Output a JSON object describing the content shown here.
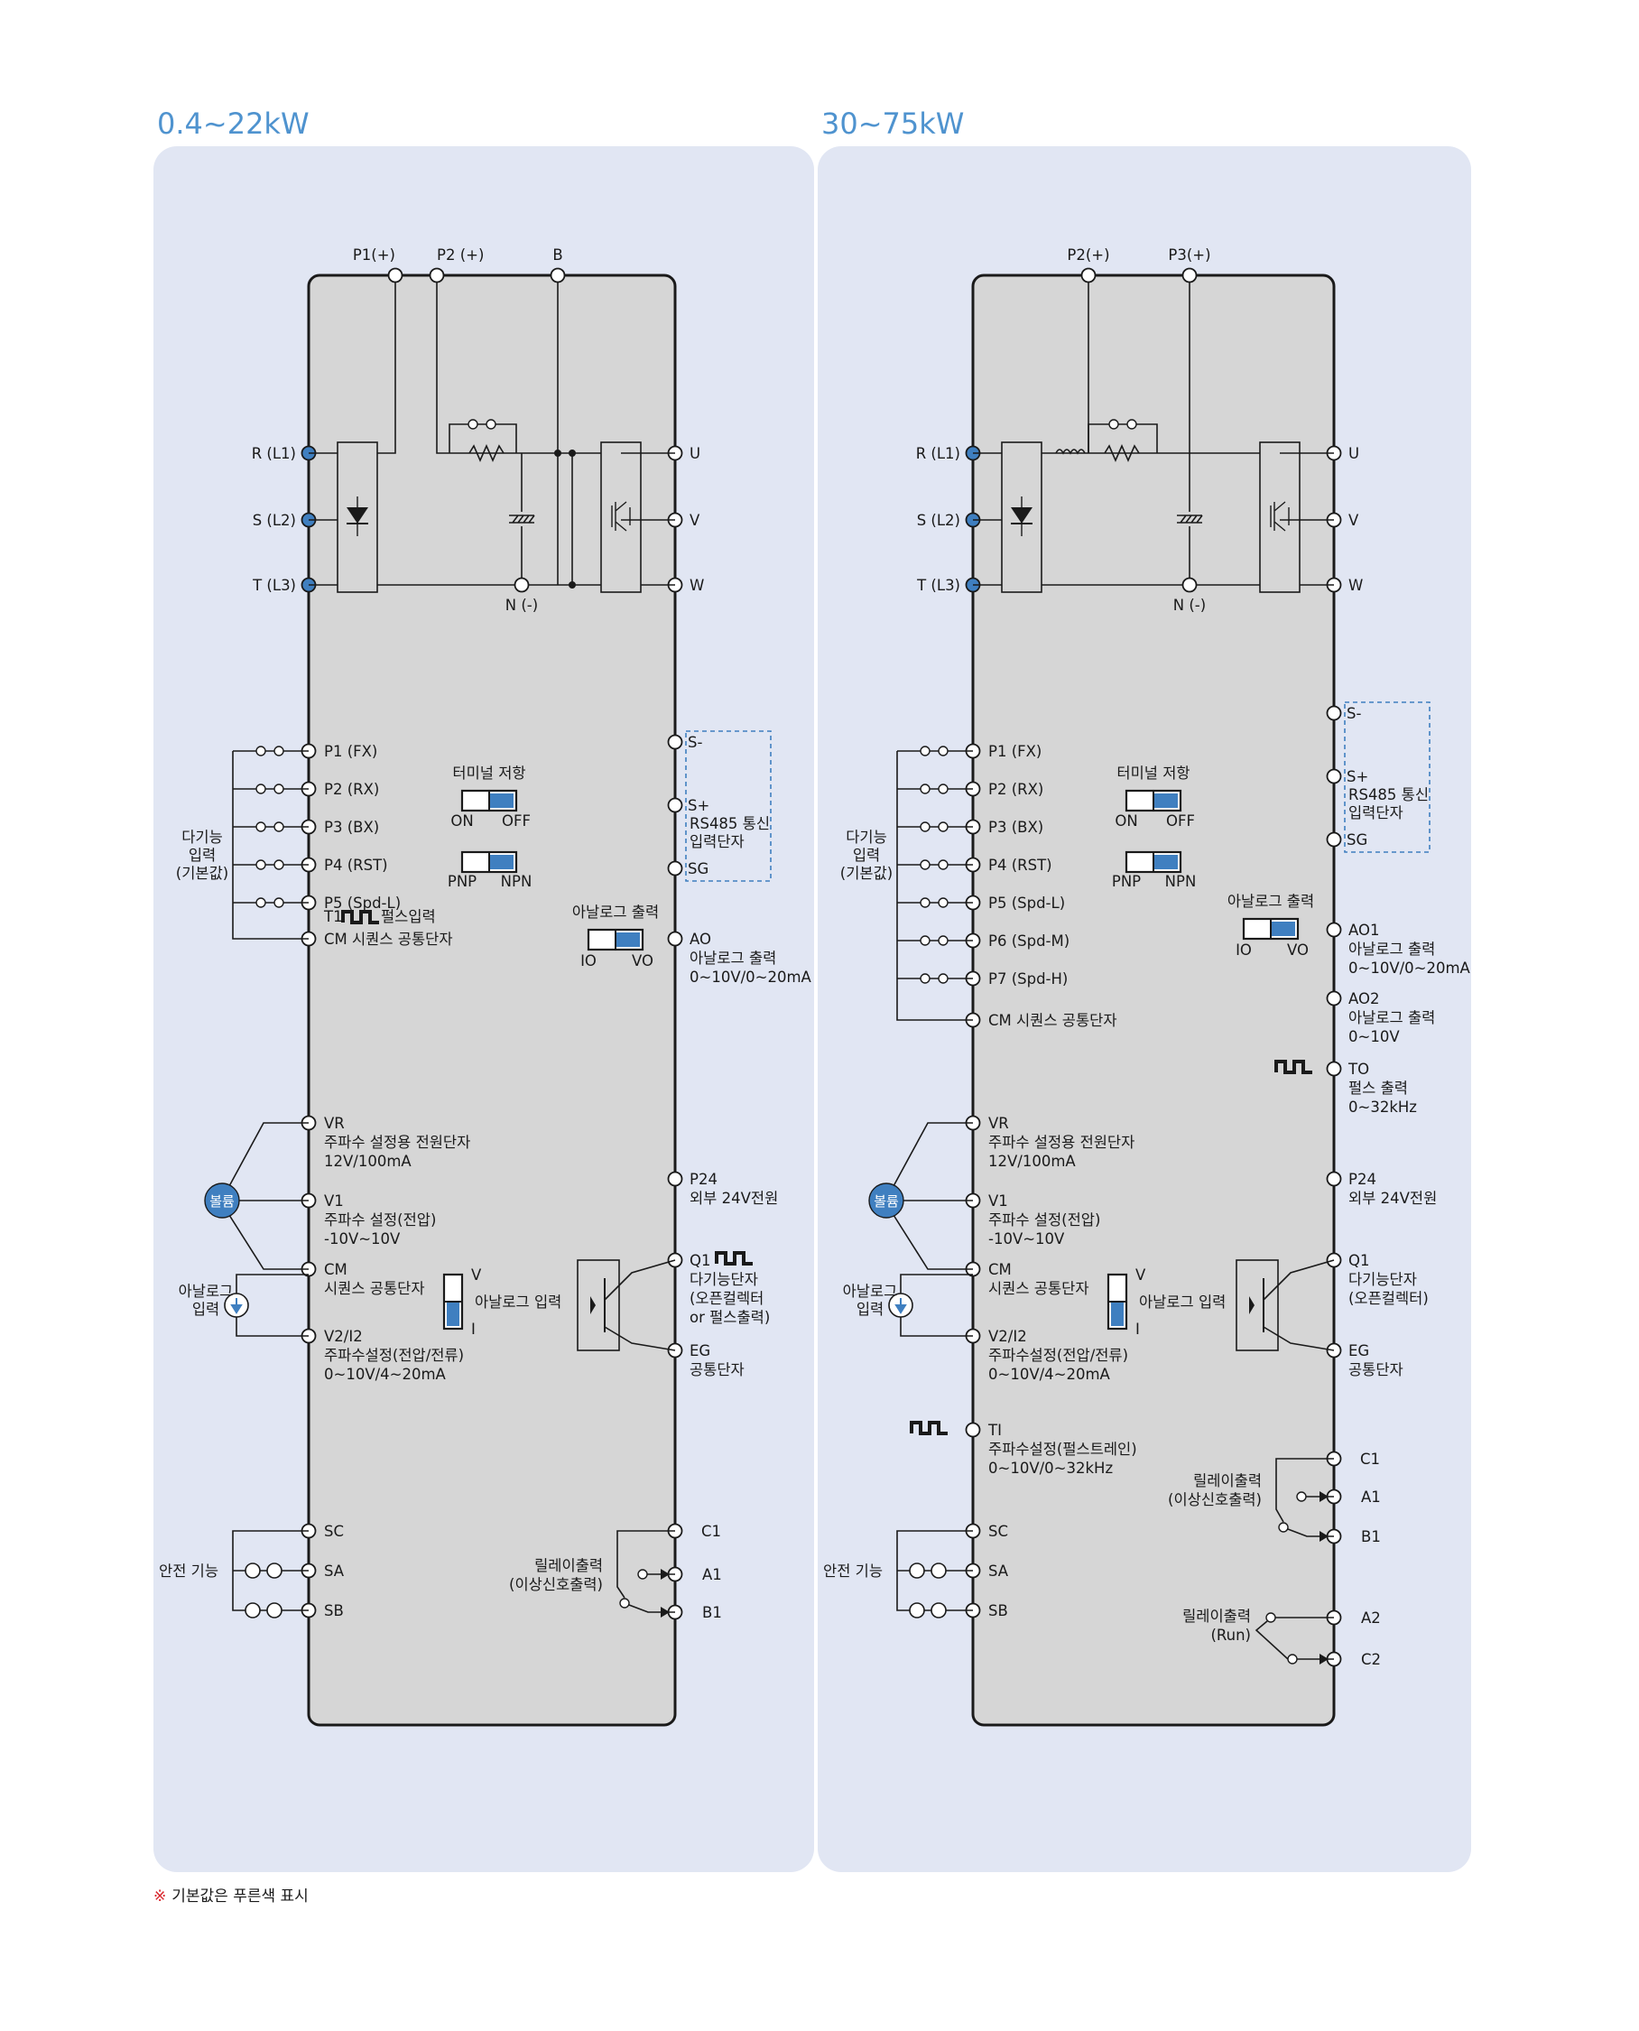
{
  "colors": {
    "panel_bg": "#e1e6f3",
    "drive_bg": "#d6d6d6",
    "terminal_default_fill": "#3f7fc0",
    "accent_text": "#4f93cf",
    "rs485_box": "#3f7fc0",
    "footnote_mark": "#d8232a"
  },
  "footnote": {
    "mark": "※",
    "text": "기본값은 푸른색 표시"
  },
  "left": {
    "title": "0.4~22kW",
    "top_terminals": [
      "P1(+)",
      "P2 (+)",
      "B"
    ],
    "n_label": "N (-)",
    "power_in": [
      "R (L1)",
      "S (L2)",
      "T (L3)"
    ],
    "power_out": [
      "U",
      "V",
      "W"
    ],
    "multi_label": [
      "다기능",
      "입력",
      "(기본값)"
    ],
    "inputs": [
      "P1 (FX)",
      "P2 (RX)",
      "P3 (BX)",
      "P4 (RST)",
      "P5 (Spd-L)"
    ],
    "t1_label": "T1",
    "t1_text": "펄스입력",
    "cm_label": "CM 시퀀스 공통단자",
    "term_resist": "터미널 저항",
    "on": "ON",
    "off": "OFF",
    "pnp": "PNP",
    "npn": "NPN",
    "analog_out_title": "아날로그 출력",
    "io": "IO",
    "vo": "VO",
    "rs485_terms": [
      "S-",
      "S+",
      "SG"
    ],
    "rs485_text": [
      "RS485 통신",
      "입력단자"
    ],
    "ao": [
      "AO",
      "아날로그 출력",
      "0~10V/0~20mA"
    ],
    "vr": [
      "VR",
      "주파수 설정용 전원단자",
      "12V/100mA"
    ],
    "v1": [
      "V1",
      "주파수 설정(전압)",
      "-10V~10V"
    ],
    "cm2": [
      "CM",
      "시퀀스 공통단자"
    ],
    "v2": [
      "V2/I2",
      "주파수설정(전압/전류)",
      "0~10V/4~20mA"
    ],
    "volume": "볼륨",
    "analog_in_label": [
      "아날로그",
      "입력"
    ],
    "switch_v": "V",
    "switch_i": "I",
    "switch_text": "아날로그 입력",
    "p24": [
      "P24",
      "외부 24V전원"
    ],
    "q1": [
      "Q1",
      "다기능단자",
      "(오픈컬렉터",
      "or 펄스출력)"
    ],
    "eg": [
      "EG",
      "공통단자"
    ],
    "safety_label": "안전 기능",
    "safety_terms": [
      "SC",
      "SA",
      "SB"
    ],
    "relay_text": [
      "릴레이출력",
      "(이상신호출력)"
    ],
    "relay_terms": [
      "C1",
      "A1",
      "B1"
    ]
  },
  "right": {
    "title": "30~75kW",
    "top_terminals": [
      "P2(+)",
      "P3(+)"
    ],
    "n_label": "N (-)",
    "power_in": [
      "R (L1)",
      "S (L2)",
      "T (L3)"
    ],
    "power_out": [
      "U",
      "V",
      "W"
    ],
    "multi_label": [
      "다기능",
      "입력",
      "(기본값)"
    ],
    "inputs": [
      "P1 (FX)",
      "P2 (RX)",
      "P3 (BX)",
      "P4 (RST)",
      "P5 (Spd-L)",
      "P6 (Spd-M)",
      "P7 (Spd-H)"
    ],
    "cm_label": "CM 시퀀스 공통단자",
    "term_resist": "터미널 저항",
    "on": "ON",
    "off": "OFF",
    "pnp": "PNP",
    "npn": "NPN",
    "analog_out_title": "아날로그 출력",
    "io": "IO",
    "vo": "VO",
    "rs485_terms": [
      "S-",
      "S+",
      "SG"
    ],
    "rs485_text": [
      "RS485 통신",
      "입력단자"
    ],
    "ao1": [
      "AO1",
      "아날로그 출력",
      "0~10V/0~20mA"
    ],
    "ao2": [
      "AO2",
      "아날로그 출력",
      "0~10V"
    ],
    "to": [
      "TO",
      "펄스 출력",
      "0~32kHz"
    ],
    "vr": [
      "VR",
      "주파수 설정용 전원단자",
      "12V/100mA"
    ],
    "v1": [
      "V1",
      "주파수 설정(전압)",
      "-10V~10V"
    ],
    "cm2": [
      "CM",
      "시퀀스 공통단자"
    ],
    "v2": [
      "V2/I2",
      "주파수설정(전압/전류)",
      "0~10V/4~20mA"
    ],
    "volume": "볼륨",
    "analog_in_label": [
      "아날로그",
      "입력"
    ],
    "switch_v": "V",
    "switch_i": "I",
    "switch_text": "아날로그 입력",
    "ti": [
      "TI",
      "주파수설정(펄스트레인)",
      "0~10V/0~32kHz"
    ],
    "p24": [
      "P24",
      "외부 24V전원"
    ],
    "q1": [
      "Q1",
      "다기능단자",
      "(오픈컬렉터)"
    ],
    "eg": [
      "EG",
      "공통단자"
    ],
    "safety_label": "안전 기능",
    "safety_terms": [
      "SC",
      "SA",
      "SB"
    ],
    "relay1_text": [
      "릴레이출력",
      "(이상신호출력)"
    ],
    "relay1_terms": [
      "C1",
      "A1",
      "B1"
    ],
    "relay2_text": [
      "릴레이출력",
      "(Run)"
    ],
    "relay2_terms": [
      "A2",
      "C2"
    ]
  }
}
